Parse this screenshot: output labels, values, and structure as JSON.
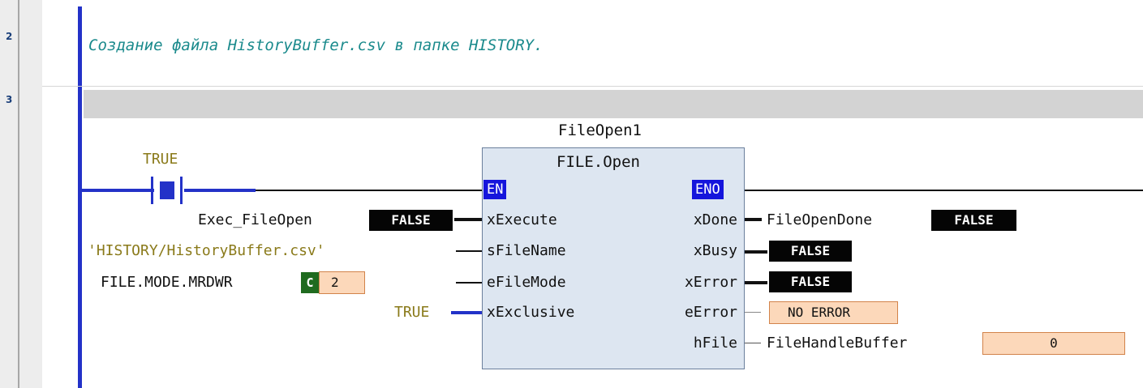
{
  "rows": {
    "row2": "2",
    "row3": "3"
  },
  "comment": "Создание файла HistoryBuffer.csv в папке HISTORY.",
  "contact": {
    "label": "TRUE"
  },
  "fb": {
    "instance_name": "FileOpen1",
    "type_name": "FILE.Open",
    "en": "EN",
    "eno": "ENO",
    "inputs": [
      "xExecute",
      "sFileName",
      "eFileMode",
      "xExclusive"
    ],
    "outputs": [
      "xDone",
      "xBusy",
      "xError",
      "eError",
      "hFile"
    ]
  },
  "input_vars": {
    "exec": {
      "name": "Exec_FileOpen",
      "value": "FALSE"
    },
    "filename": {
      "name": "'HISTORY/HistoryBuffer.csv'"
    },
    "filemode": {
      "name": "FILE.MODE.MRDWR",
      "tag": "C",
      "value": "2"
    },
    "exclusive": {
      "name": "TRUE"
    }
  },
  "output_vars": {
    "done": {
      "name": "FileOpenDone",
      "value": "FALSE"
    },
    "busy": {
      "value": "FALSE"
    },
    "error": {
      "value": "FALSE"
    },
    "eerror": {
      "value": "NO ERROR"
    },
    "hfile": {
      "name": "FileHandleBuffer",
      "value": "0"
    }
  },
  "colors": {
    "rail": "#2332c8",
    "comment": "#1a8a8c",
    "block": "#dde6f1",
    "literal": "#8a7a1a"
  }
}
